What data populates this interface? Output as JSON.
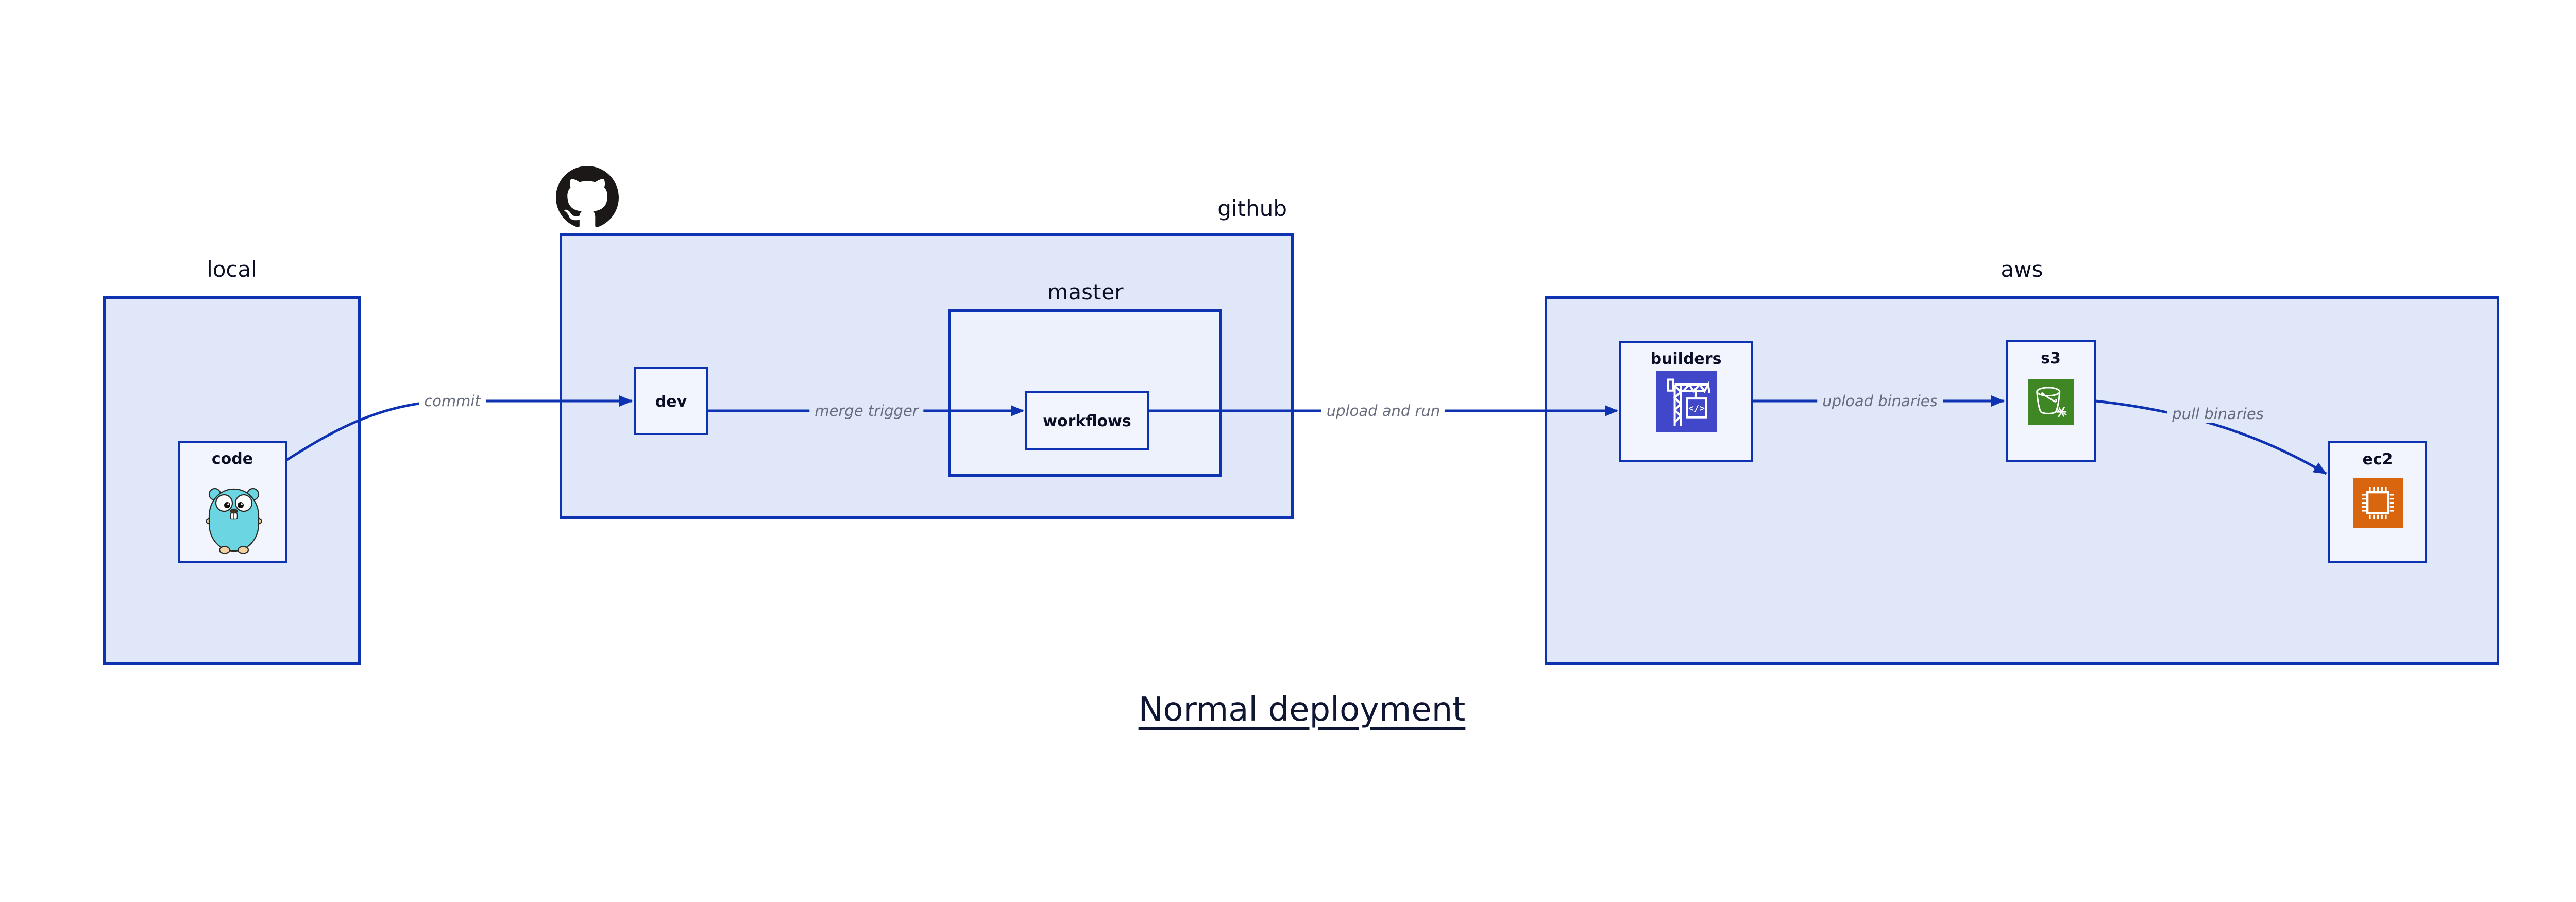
{
  "diagram": {
    "title": "Normal deployment",
    "containers": {
      "local": {
        "label": "local"
      },
      "github": {
        "label": "github",
        "logo_icon": "github-octocat-icon"
      },
      "master": {
        "label": "master"
      },
      "aws": {
        "label": "aws"
      }
    },
    "nodes": {
      "code": {
        "label": "code",
        "icon": "go-gopher-icon"
      },
      "dev": {
        "label": "dev"
      },
      "workflows": {
        "label": "workflows"
      },
      "builders": {
        "label": "builders",
        "icon": "aws-codebuild-icon",
        "icon_glyph": "</>"
      },
      "s3": {
        "label": "s3",
        "icon": "aws-s3-bucket-icon"
      },
      "ec2": {
        "label": "ec2",
        "icon": "aws-ec2-chip-icon"
      }
    },
    "edges": [
      {
        "from": "code",
        "to": "dev",
        "label": "commit"
      },
      {
        "from": "dev",
        "to": "workflows",
        "label": "merge trigger"
      },
      {
        "from": "workflows",
        "to": "builders",
        "label": "upload and run"
      },
      {
        "from": "builders",
        "to": "s3",
        "label": "upload binaries"
      },
      {
        "from": "s3",
        "to": "ec2",
        "label": "pull binaries"
      }
    ],
    "colors": {
      "c-border": "#0d32b2",
      "c-edge": "#0d32b2",
      "c-container-fill": "#e0e7f9",
      "c-master-fill": "#edf1fc",
      "c-node-fill": "#f2f5fe",
      "c-text": "#0a0f25",
      "c-edge-label": "#676c7e",
      "c-title": "#0f1633",
      "c-octocat": "#1b1817",
      "c-codebuild": "#4147c9",
      "c-s3": "#3f8624",
      "c-ec2": "#d9660f",
      "c-gopher": "#6bd6e2"
    }
  }
}
